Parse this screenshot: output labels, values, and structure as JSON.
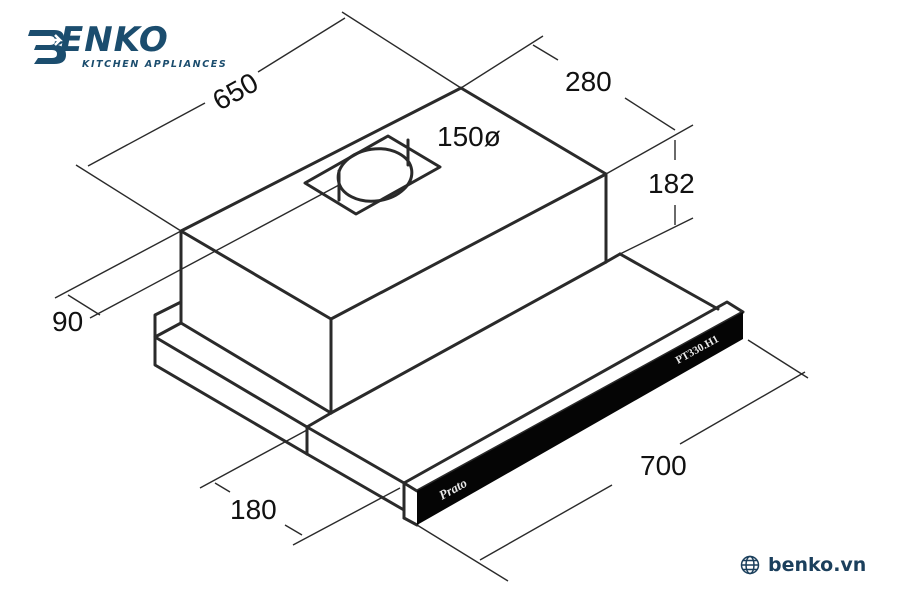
{
  "brand": {
    "name": "ENKO",
    "initial": "B",
    "tagline": "KITCHEN APPLIANCES",
    "color": "#1b4d6e",
    "website": "benko.vn",
    "website_icon": "globe-icon"
  },
  "product": {
    "front_logo": "Prato",
    "model": "PT330.H1"
  },
  "dimensions": {
    "width_body": "650",
    "depth": "280",
    "height": "182",
    "duct_diameter": "150ø",
    "front_setback": "90",
    "drawer_depth": "180",
    "width_total": "700"
  },
  "colors": {
    "line": "#2a2a2a",
    "panel": "#050505",
    "panel_text": "#e8e8e8"
  }
}
